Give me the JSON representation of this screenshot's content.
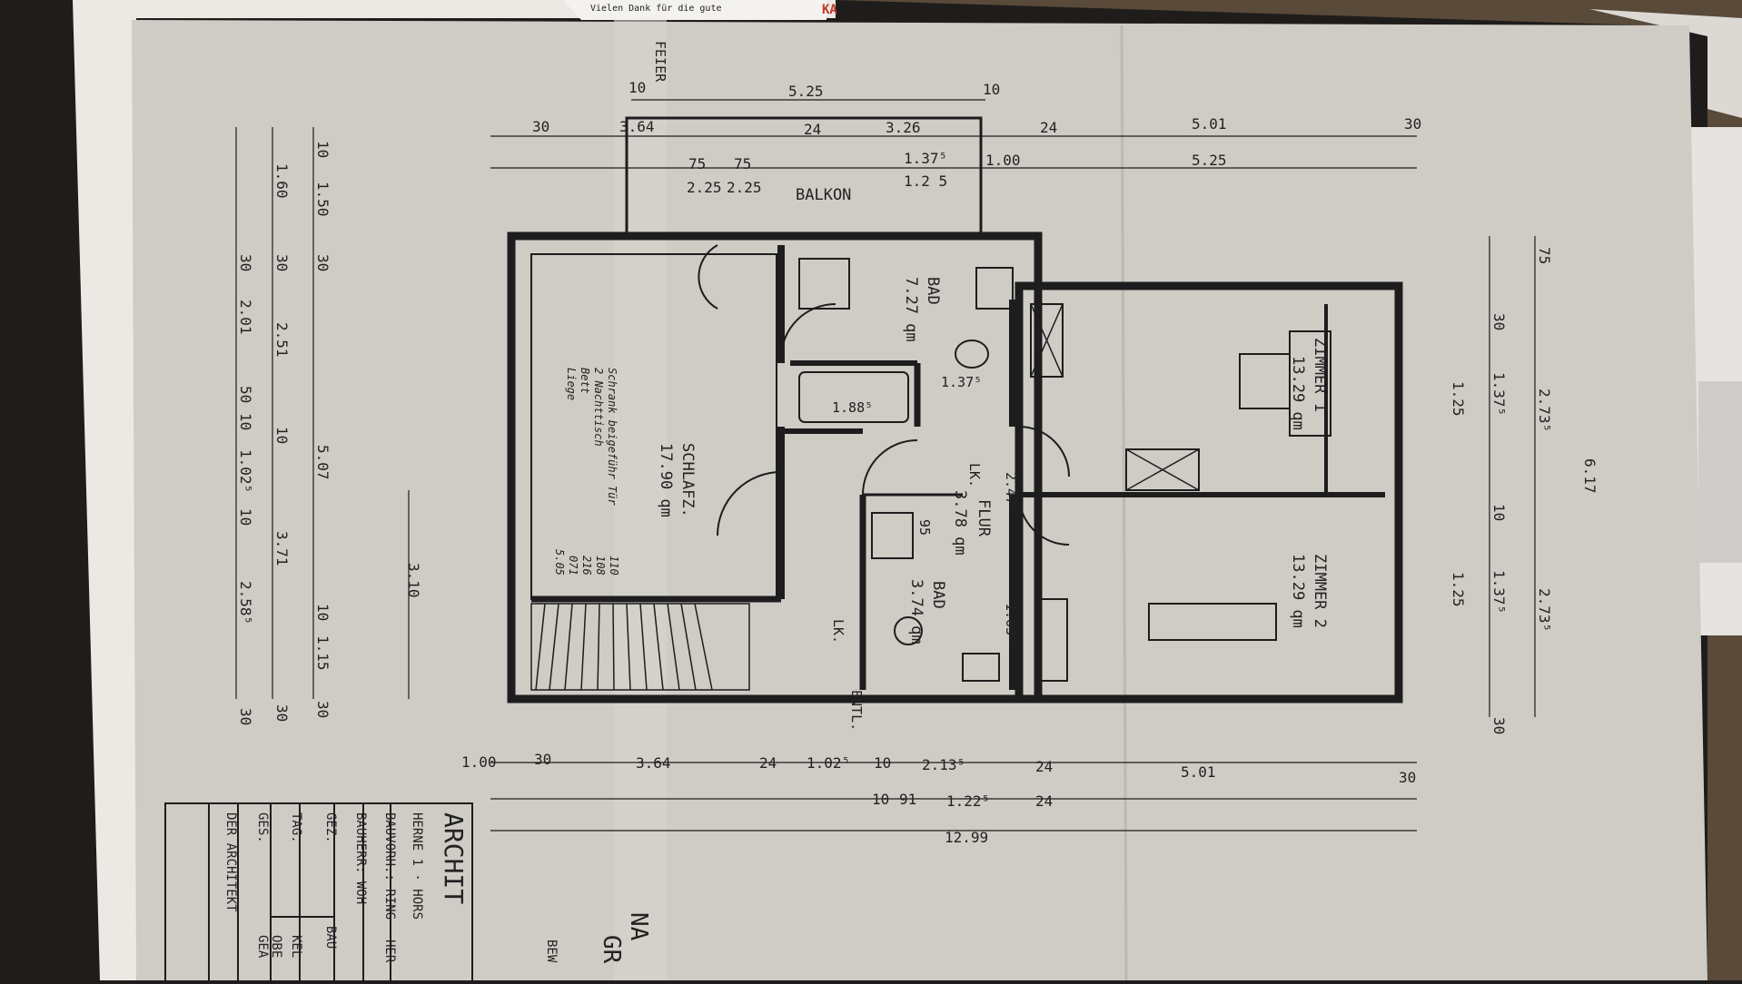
{
  "rooms": [
    {
      "name": "BAD",
      "area": "7.27 qm"
    },
    {
      "name": "SCHLAFZ.",
      "area": "17.90 qm"
    },
    {
      "name": "ZIMMER 1",
      "area": "13.29 qm"
    },
    {
      "name": "ZIMMER 2",
      "area": "13.29 qm"
    },
    {
      "name": "FLUR",
      "area": "3.78 qm"
    },
    {
      "name": "BAD",
      "area": "3.74 qm"
    },
    {
      "name": "BALKON",
      "area": ""
    }
  ],
  "labels": {
    "lk1": "LK.",
    "lk2": "LK.",
    "entl": "ENTL.",
    "feier": "FEIER",
    "bath_tub": "1.88⁵",
    "bath_137": "1.37⁵",
    "flur_247": "2.47⁵",
    "bad_95": "95",
    "bad_163": "1.63⁵"
  },
  "note": {
    "l1": "Schrank beigeführ Tür",
    "l2": "2 Nachttisch",
    "l3": "Bett",
    "l4": "Liege",
    "v1": "110",
    "v2": "108",
    "v3": "216",
    "v4": "071",
    "v5": "5.05"
  },
  "dims": {
    "top": {
      "a": "10",
      "b": "5.25",
      "c": "10",
      "d": "30",
      "e": "3.64",
      "f": "24",
      "g": "3.26",
      "h": "24",
      "i": "5.01",
      "j": "30",
      "k": "75",
      "l": "75",
      "m": "2.25",
      "n": "2.25",
      "o": "1.37⁵",
      "p": "1.2 5",
      "q": "1.00",
      "r": "5.25"
    },
    "bottom": {
      "a": "1.00",
      "b": "30",
      "c": "3.64",
      "d": "24",
      "e": "1.02⁵",
      "f": "10",
      "g": "2.13⁵",
      "h": "24",
      "i": "5.01",
      "j": "30",
      "k": "10",
      "l": "91",
      "m": "1.22⁵",
      "n": "24",
      "o": "12.99"
    },
    "left": {
      "a": "10",
      "b": "1.50",
      "c": "1.60",
      "d": "30",
      "e": "30",
      "f": "30",
      "g": "2.01",
      "h": "2.51",
      "i": "50",
      "j": "10",
      "k": "10",
      "l": "1.02⁵",
      "m": "10",
      "n": "5.07",
      "o": "3.71",
      "p": "2.58⁵",
      "q": "10",
      "r": "1.15",
      "s": "30",
      "t": "30",
      "u": "30",
      "v": "3.10"
    },
    "right": {
      "a": "75",
      "b": "30",
      "c": "1.37⁵",
      "d": "2.73⁵",
      "e": "1.25",
      "f": "6.17",
      "g": "10",
      "h": "1.37⁵",
      "i": "2.73⁵",
      "j": "1.25",
      "k": "30"
    }
  },
  "titleblock": {
    "architekt": "ARCHIT",
    "herne": "HERNE 1 · HORS",
    "bauvorh": "BAUVORH.: RING",
    "bauherr": "BAUHERR: WOH",
    "gez": "GEZ.",
    "tag": "TAG.",
    "ges": "GES.",
    "derarch": "DER ARCHITEKT",
    "c1": "BAU",
    "c2": "HER",
    "c3": "KEL",
    "c4": "OBE",
    "c5": "GEA",
    "n1": "NA",
    "n2": "GR",
    "n3": "BEW"
  },
  "paper_top": {
    "text": "Vielen Dank für die gute",
    "brand": "KA"
  }
}
